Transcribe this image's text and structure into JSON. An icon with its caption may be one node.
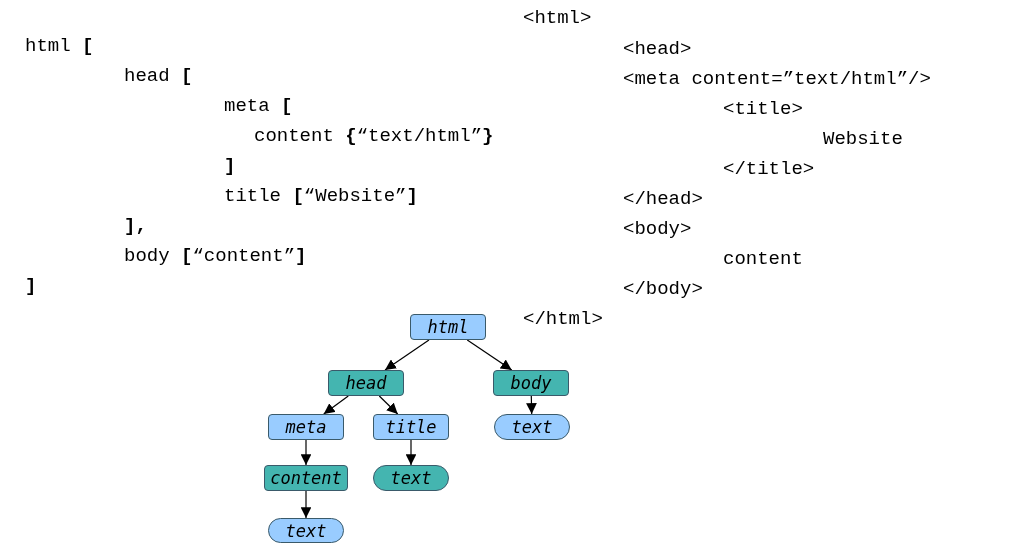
{
  "diagram": {
    "nodes": [
      {
        "text": [
          "html"
        ]
      },
      {
        "text": [
          "head"
        ]
      },
      {
        "text": [
          "body"
        ]
      },
      {
        "text": [
          "meta"
        ]
      },
      {
        "text": [
          "title"
        ]
      },
      {
        "text": [
          "text"
        ]
      },
      {
        "text": [
          "content"
        ]
      },
      {
        "text": [
          "text"
        ]
      },
      {
        "text": [
          "text"
        ]
      }
    ],
    "edges": [
      {
        "from": 0,
        "to": 1,
        "arrow": "to"
      },
      {
        "from": 0,
        "to": 2,
        "arrow": "to"
      },
      {
        "from": 1,
        "to": 3,
        "arrow": "to"
      },
      {
        "from": 1,
        "to": 4,
        "arrow": "to"
      },
      {
        "from": 2,
        "to": 5,
        "arrow": "to"
      },
      {
        "from": 3,
        "to": 6,
        "arrow": "to"
      },
      {
        "from": 4,
        "to": 7,
        "arrow": "to"
      },
      {
        "from": 6,
        "to": 8,
        "arrow": "to"
      }
    ],
    "labels": [
      "html **[**",
      "head **[**",
      "meta **[**",
      "content **{**“text/html”**}**",
      "]",
      "title **[**“Website”**]**",
      "],",
      "body **[**“content”**]**",
      "]",
      "<html>",
      "<head>",
      "<meta content=”text/html”/>",
      "<title>",
      "Website",
      "</title>",
      "</head>",
      "<body>",
      "content",
      "</body>",
      "</html>"
    ]
  }
}
